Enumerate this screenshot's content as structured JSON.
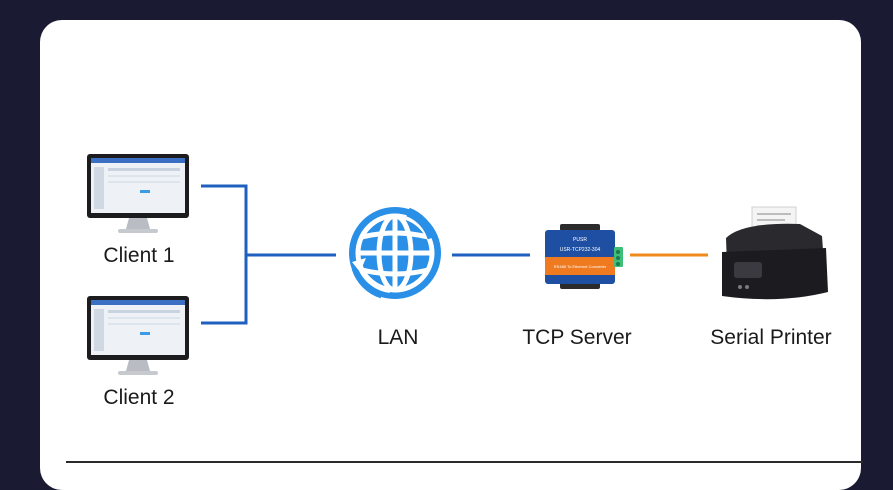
{
  "nodes": {
    "client1": {
      "label": "Client 1"
    },
    "client2": {
      "label": "Client 2"
    },
    "lan": {
      "label": "LAN"
    },
    "server": {
      "label": "TCP Server",
      "device_brand": "PUSR",
      "device_model": "USR-TCP232-304",
      "device_caption": "RS485 To Ethernet Converter"
    },
    "printer": {
      "label": "Serial Printer"
    }
  },
  "colors": {
    "background": "#1b1a33",
    "card": "#ffffff",
    "ethernet_link": "#1f5fbf",
    "serial_link": "#f08a1c",
    "globe": "#2a8fe6",
    "server_body": "#1e4fa3",
    "server_panel": "#f07a1f"
  }
}
